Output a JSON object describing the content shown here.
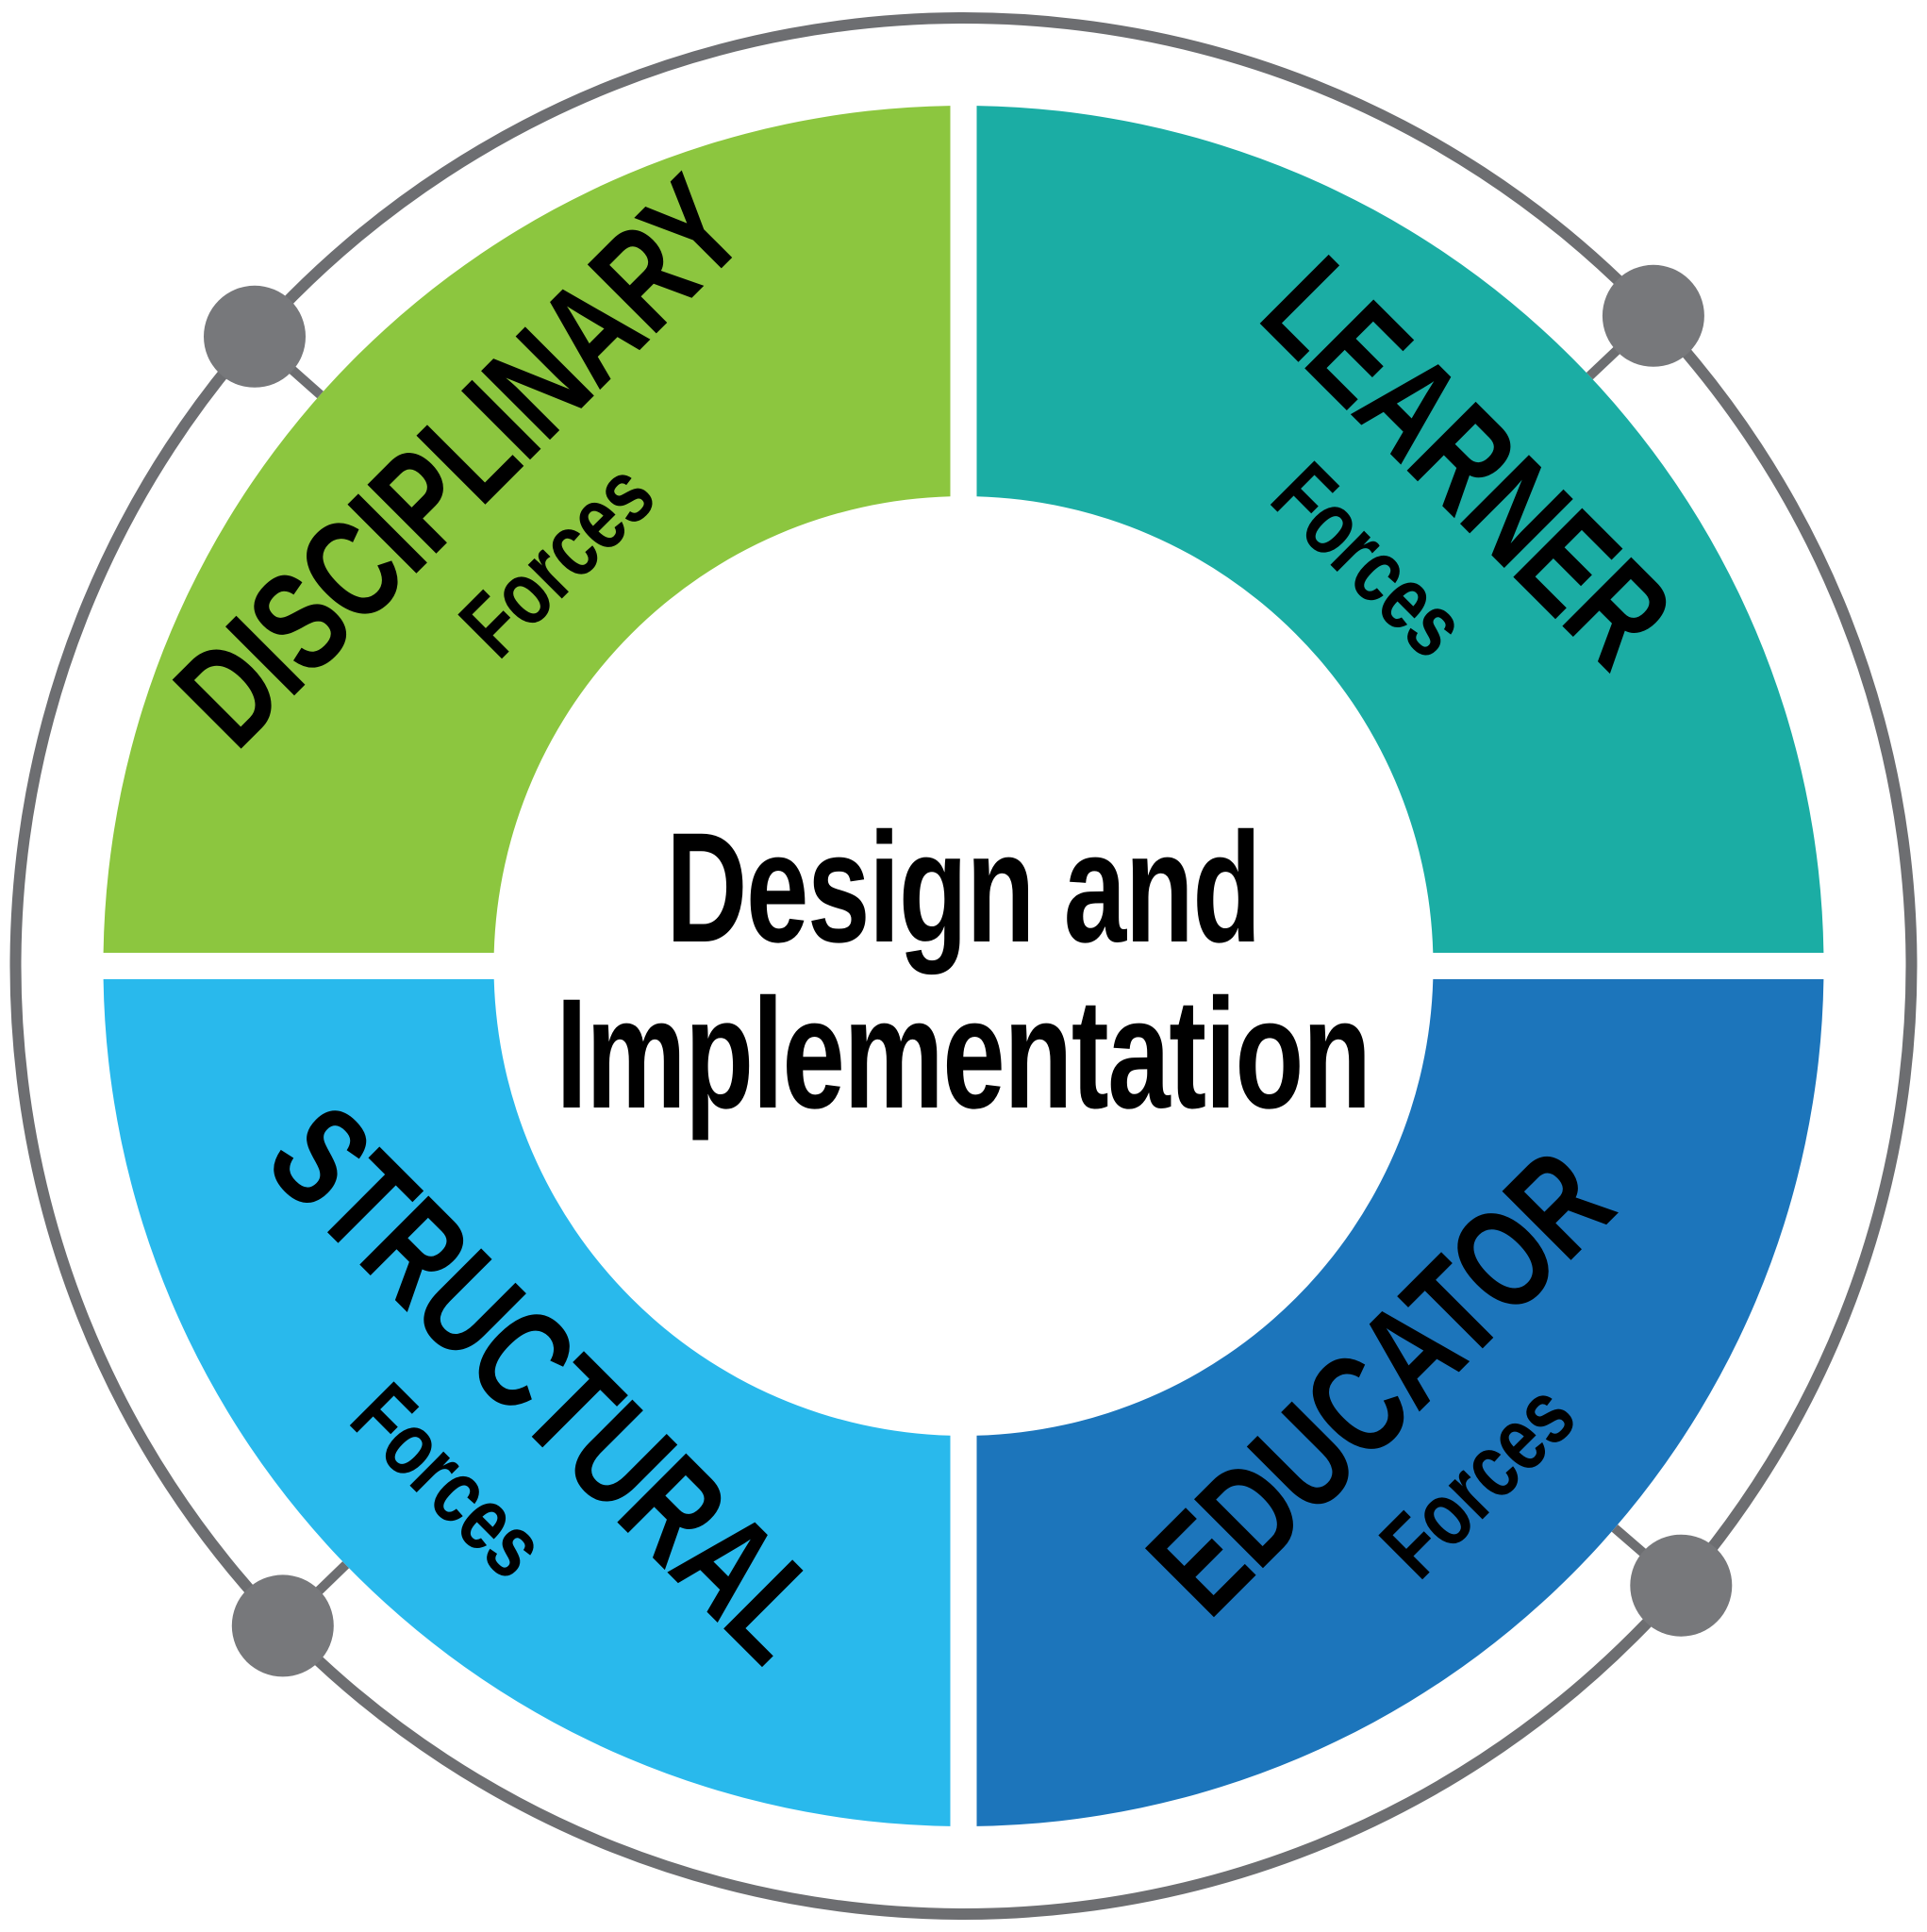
{
  "colors": {
    "green": "#8CC63F",
    "teal": "#1BADA4",
    "light_blue": "#29B9EC",
    "dark_blue": "#1C75BB",
    "orbit_gray": "#6D6E71",
    "dot_gray": "#77787B"
  },
  "center": {
    "line1": "Design and",
    "line2": "Implementation"
  },
  "quadrants": [
    {
      "name": "disciplinary",
      "position": "top-left",
      "label": "DISCIPLINARY",
      "sublabel": "Forces",
      "color": "#8CC63F"
    },
    {
      "name": "learner",
      "position": "top-right",
      "label": "LEARNER",
      "sublabel": "Forces",
      "color": "#1BADA4"
    },
    {
      "name": "structural",
      "position": "bottom-left",
      "label": "STRUCTURAL",
      "sublabel": "Forces",
      "color": "#29B9EC"
    },
    {
      "name": "educator",
      "position": "bottom-right",
      "label": "EDUCATOR",
      "sublabel": "Forces",
      "color": "#1C75BB"
    }
  ]
}
